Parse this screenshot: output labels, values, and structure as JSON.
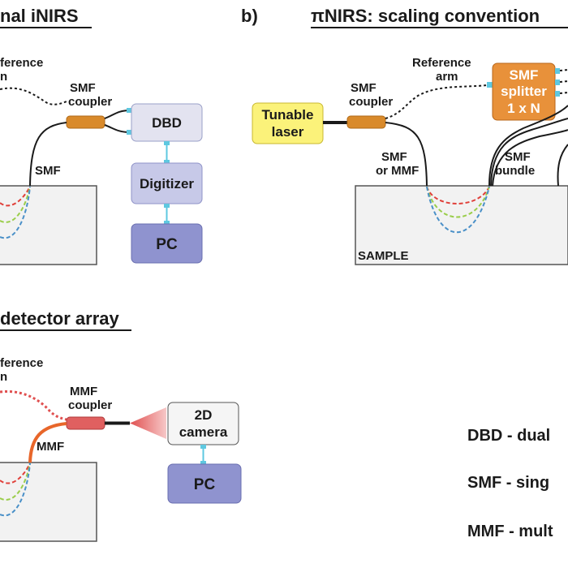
{
  "panel_a": {
    "heading": "nal iNIRS",
    "reference_arm_line1": "ference",
    "reference_arm_line2": "n",
    "coupler_line1": "SMF",
    "coupler_line2": "coupler",
    "fiber_label": "SMF",
    "detector": "DBD",
    "digitizer": "Digitizer",
    "pc": "PC"
  },
  "panel_b": {
    "letter": "b)",
    "heading": "πNIRS: scaling convention",
    "reference_arm_line1": "Reference",
    "reference_arm_line2": "arm",
    "coupler_line1": "SMF",
    "coupler_line2": "coupler",
    "laser_line1": "Tunable",
    "laser_line2": "laser",
    "splitter_line1": "SMF",
    "splitter_line2": "splitter",
    "splitter_line3": "1 x N",
    "input_fiber_line1": "SMF",
    "input_fiber_line2": "or MMF",
    "bundle_line1": "SMF",
    "bundle_line2": "bundle",
    "sample": "SAMPLE"
  },
  "panel_c": {
    "heading": "detector array",
    "reference_arm_line1": "ference",
    "reference_arm_line2": "n",
    "coupler_line1": "MMF",
    "coupler_line2": "coupler",
    "fiber_label": "MMF",
    "camera_line1": "2D",
    "camera_line2": "camera",
    "pc": "PC"
  },
  "legend": {
    "dbd": "DBD - dual",
    "smf": "SMF - sing",
    "mmf": "MMF - mult"
  },
  "colors": {
    "path_red": "#e0403a",
    "path_green": "#9acd4a",
    "path_blue": "#4a90c8",
    "coupler_orange": "#d98a2b",
    "laser_yellow": "#fbf27a",
    "splitter_orange": "#e8913a",
    "mmf_orange": "#e8662a",
    "mmf_coupler_red": "#e06060",
    "dbd_fill": "#e3e3f0",
    "digitizer_fill": "#c7c9e8",
    "pc_fill": "#8f93cf",
    "sample_fill": "#f2f2f2",
    "connector_cyan": "#5ec8e0"
  }
}
